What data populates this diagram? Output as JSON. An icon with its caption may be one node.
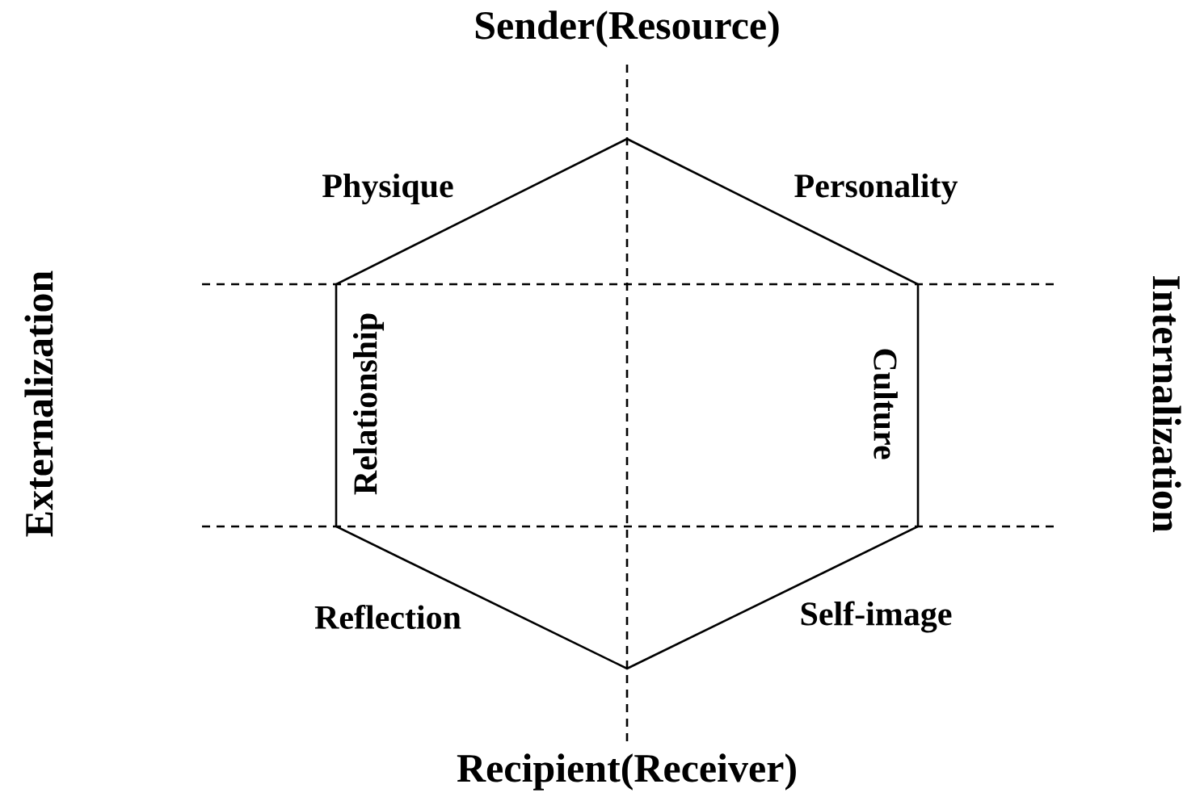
{
  "diagram": {
    "labels": [
      "Sender(Resource)",
      "Physique",
      "Personality",
      "Externalization",
      "Relationship",
      "Culture",
      "Internalization",
      "Reflection",
      "Self-image",
      "Recipient(Receiver)"
    ]
  }
}
